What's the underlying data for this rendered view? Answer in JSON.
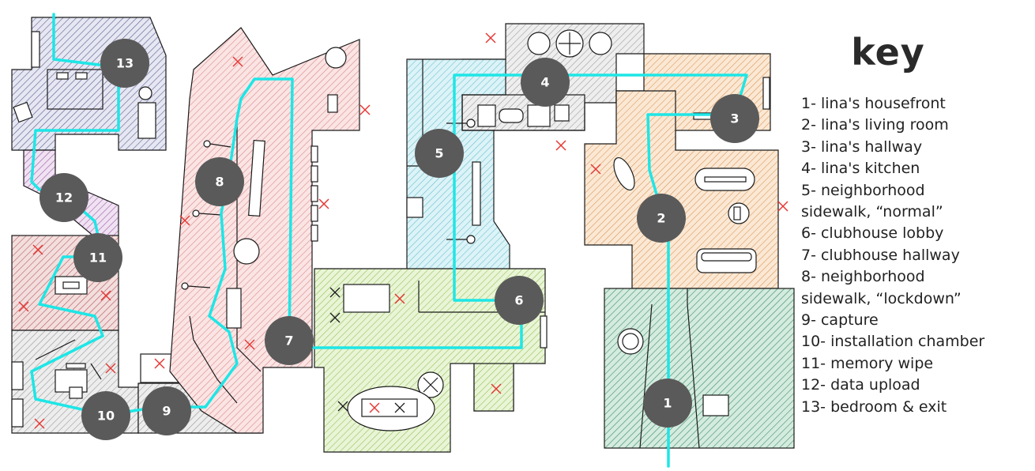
{
  "legend": {
    "title": "key",
    "items": [
      "1- lina's housefront",
      "2- lina's living room",
      "3- lina's hallway",
      "4- lina's kitchen",
      "5- neighborhood",
      "sidewalk, “normal”",
      "6- clubhouse lobby",
      "7- clubhouse hallway",
      "8- neighborhood",
      "sidewalk, “lockdown”",
      "9- capture",
      "10- installation chamber",
      "11- memory wipe",
      "12- data upload",
      "13- bedroom & exit"
    ]
  },
  "markers": [
    "1",
    "2",
    "3",
    "4",
    "5",
    "6",
    "7",
    "8",
    "9",
    "10",
    "11",
    "12",
    "13"
  ],
  "colors": {
    "path": "#1ee6e6",
    "marker": "#5a5a5a",
    "hazard_x": "#e53935",
    "outline": "#1a1a1a"
  }
}
